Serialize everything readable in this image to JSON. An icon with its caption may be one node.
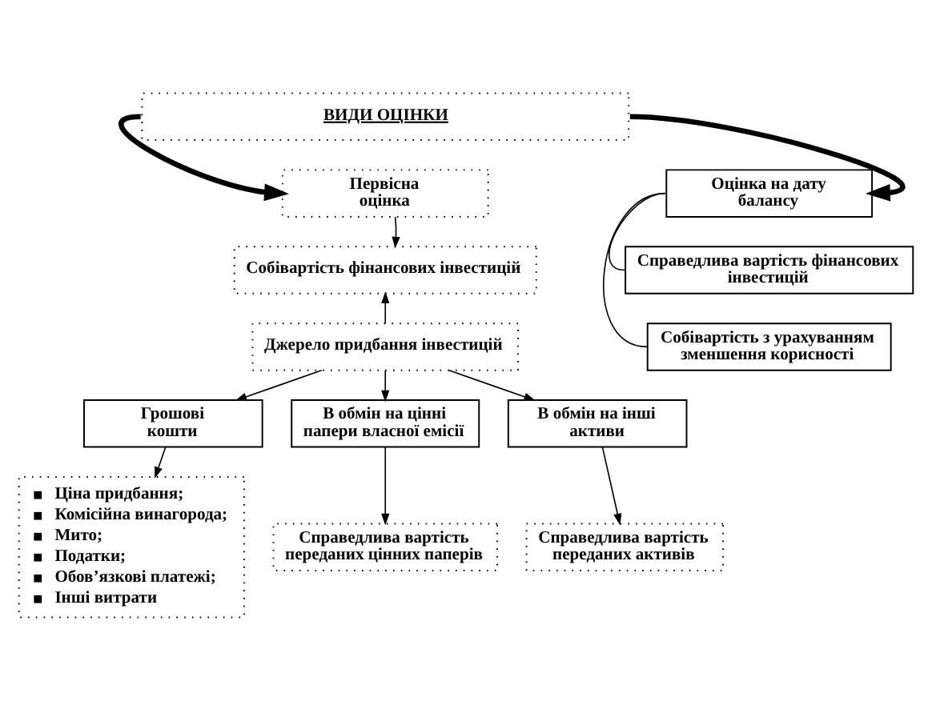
{
  "diagram": {
    "nodes": [
      {
        "text": [
          "ВИДИ ОЦІНКИ"
        ]
      },
      {
        "text": [
          "Первісна оцінка"
        ]
      },
      {
        "text": [
          "Оцінка на дату балансу"
        ]
      },
      {
        "text": [
          "Собівартість фінансових інвестицій"
        ]
      },
      {
        "text": [
          "Справедлива вартість фінансових інвестицій"
        ]
      },
      {
        "text": [
          "Джерело придбання інвестицій"
        ]
      },
      {
        "text": [
          "Собівартість з урахуванням зменшення корисності"
        ]
      },
      {
        "text": [
          "Грошові кошти"
        ]
      },
      {
        "text": [
          "В обмін на цінні папери власної емісії"
        ]
      },
      {
        "text": [
          "В обмін на інші активи"
        ]
      },
      {
        "text": [
          "Ціна придбання;",
          "Комісійна винагорода;",
          "Мито;",
          "Податки;",
          "Обов’язкові платежі;",
          "Інші витрати"
        ]
      },
      {
        "text": [
          "Справедлива вартість переданих цінних паперів"
        ]
      },
      {
        "text": [
          "Справедлива вартість переданих активів"
        ]
      }
    ],
    "edges": [
      {
        "from": 0,
        "to": 1,
        "arrow": "to",
        "style": "thick"
      },
      {
        "from": 0,
        "to": 2,
        "arrow": "to",
        "style": "thick"
      },
      {
        "from": 1,
        "to": 3,
        "arrow": "to"
      },
      {
        "from": 5,
        "to": 3,
        "arrow": "to"
      },
      {
        "from": 2,
        "to": 4,
        "arrow": "none"
      },
      {
        "from": 2,
        "to": 6,
        "arrow": "none"
      },
      {
        "from": 5,
        "to": 7,
        "arrow": "to"
      },
      {
        "from": 5,
        "to": 8,
        "arrow": "to"
      },
      {
        "from": 5,
        "to": 9,
        "arrow": "to"
      },
      {
        "from": 7,
        "to": 10,
        "arrow": "to"
      },
      {
        "from": 8,
        "to": 11,
        "arrow": "to"
      },
      {
        "from": 9,
        "to": 12,
        "arrow": "to"
      }
    ]
  }
}
